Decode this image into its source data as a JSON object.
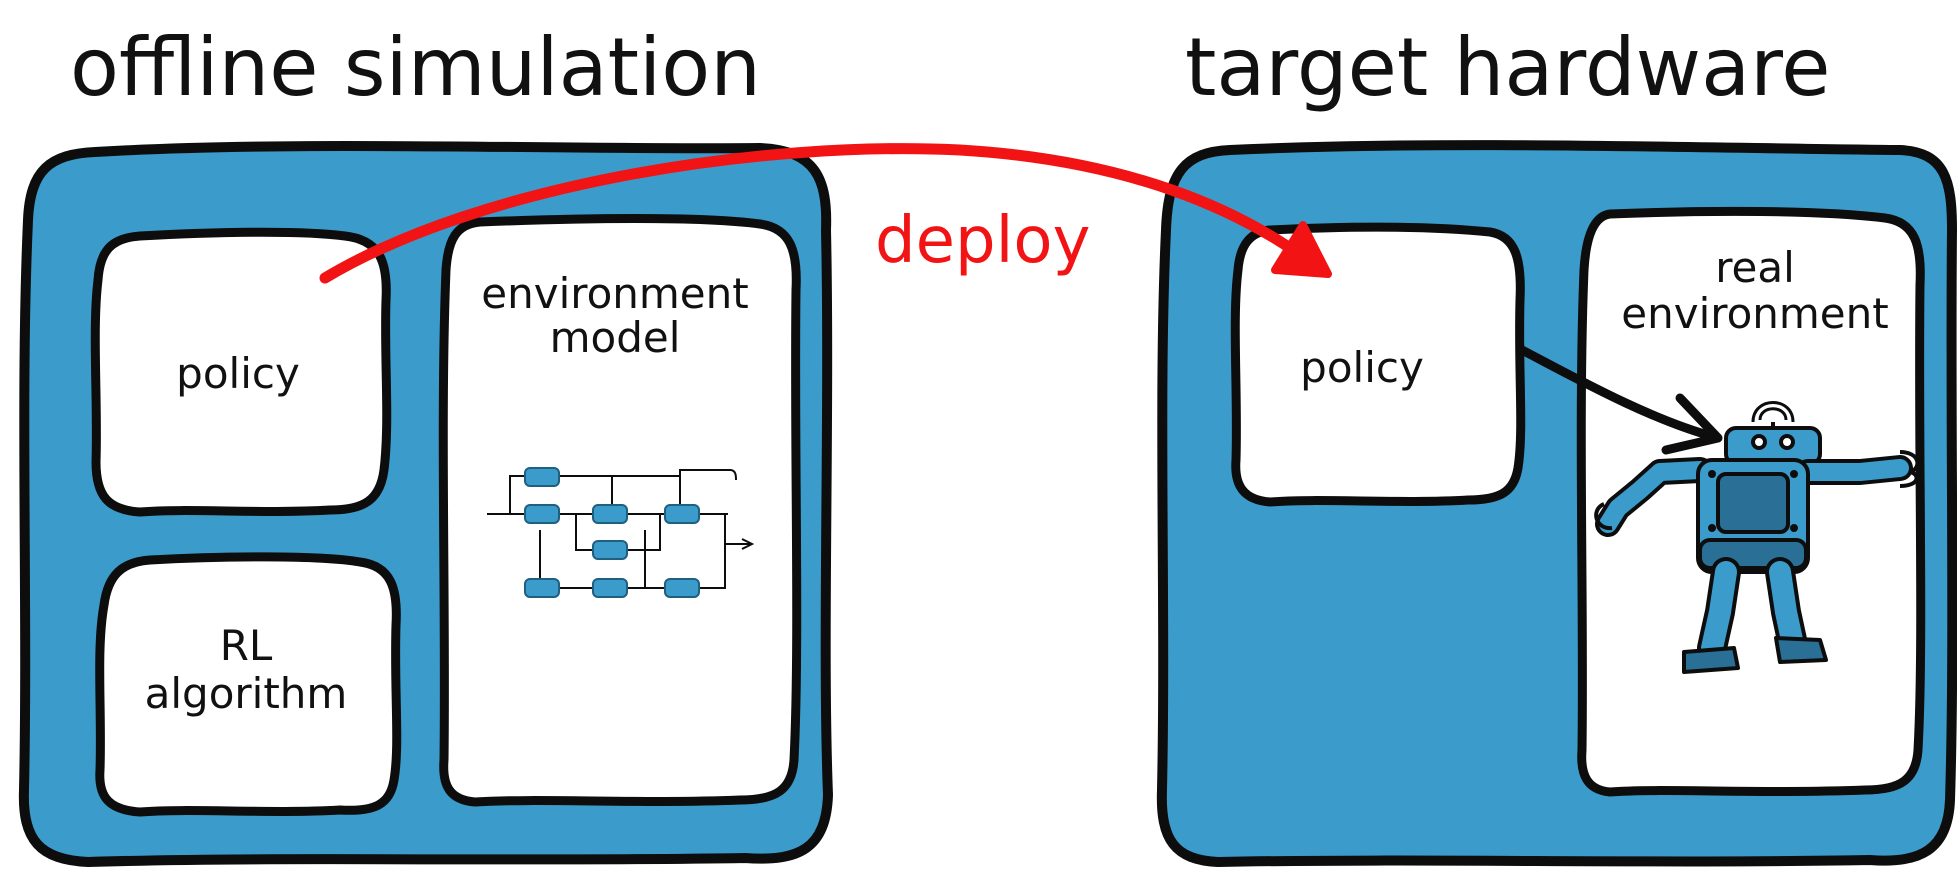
{
  "colors": {
    "panel": "#3b9ccb",
    "panel_dark": "#2a6f95",
    "outline": "#0d0d0d",
    "box_fill": "#ffffff",
    "deploy": "#f21414"
  },
  "left_panel": {
    "title": "offline simulation",
    "policy_label": "policy",
    "rl_label_line1": "RL",
    "rl_label_line2": "algorithm",
    "env_label_line1": "environment",
    "env_label_line2": "model",
    "icon": "block-diagram-icon"
  },
  "right_panel": {
    "title": "target hardware",
    "policy_label": "policy",
    "env_label_line1": "real",
    "env_label_line2": "environment",
    "icon": "robot-icon"
  },
  "deploy_arrow": {
    "label": "deploy"
  }
}
